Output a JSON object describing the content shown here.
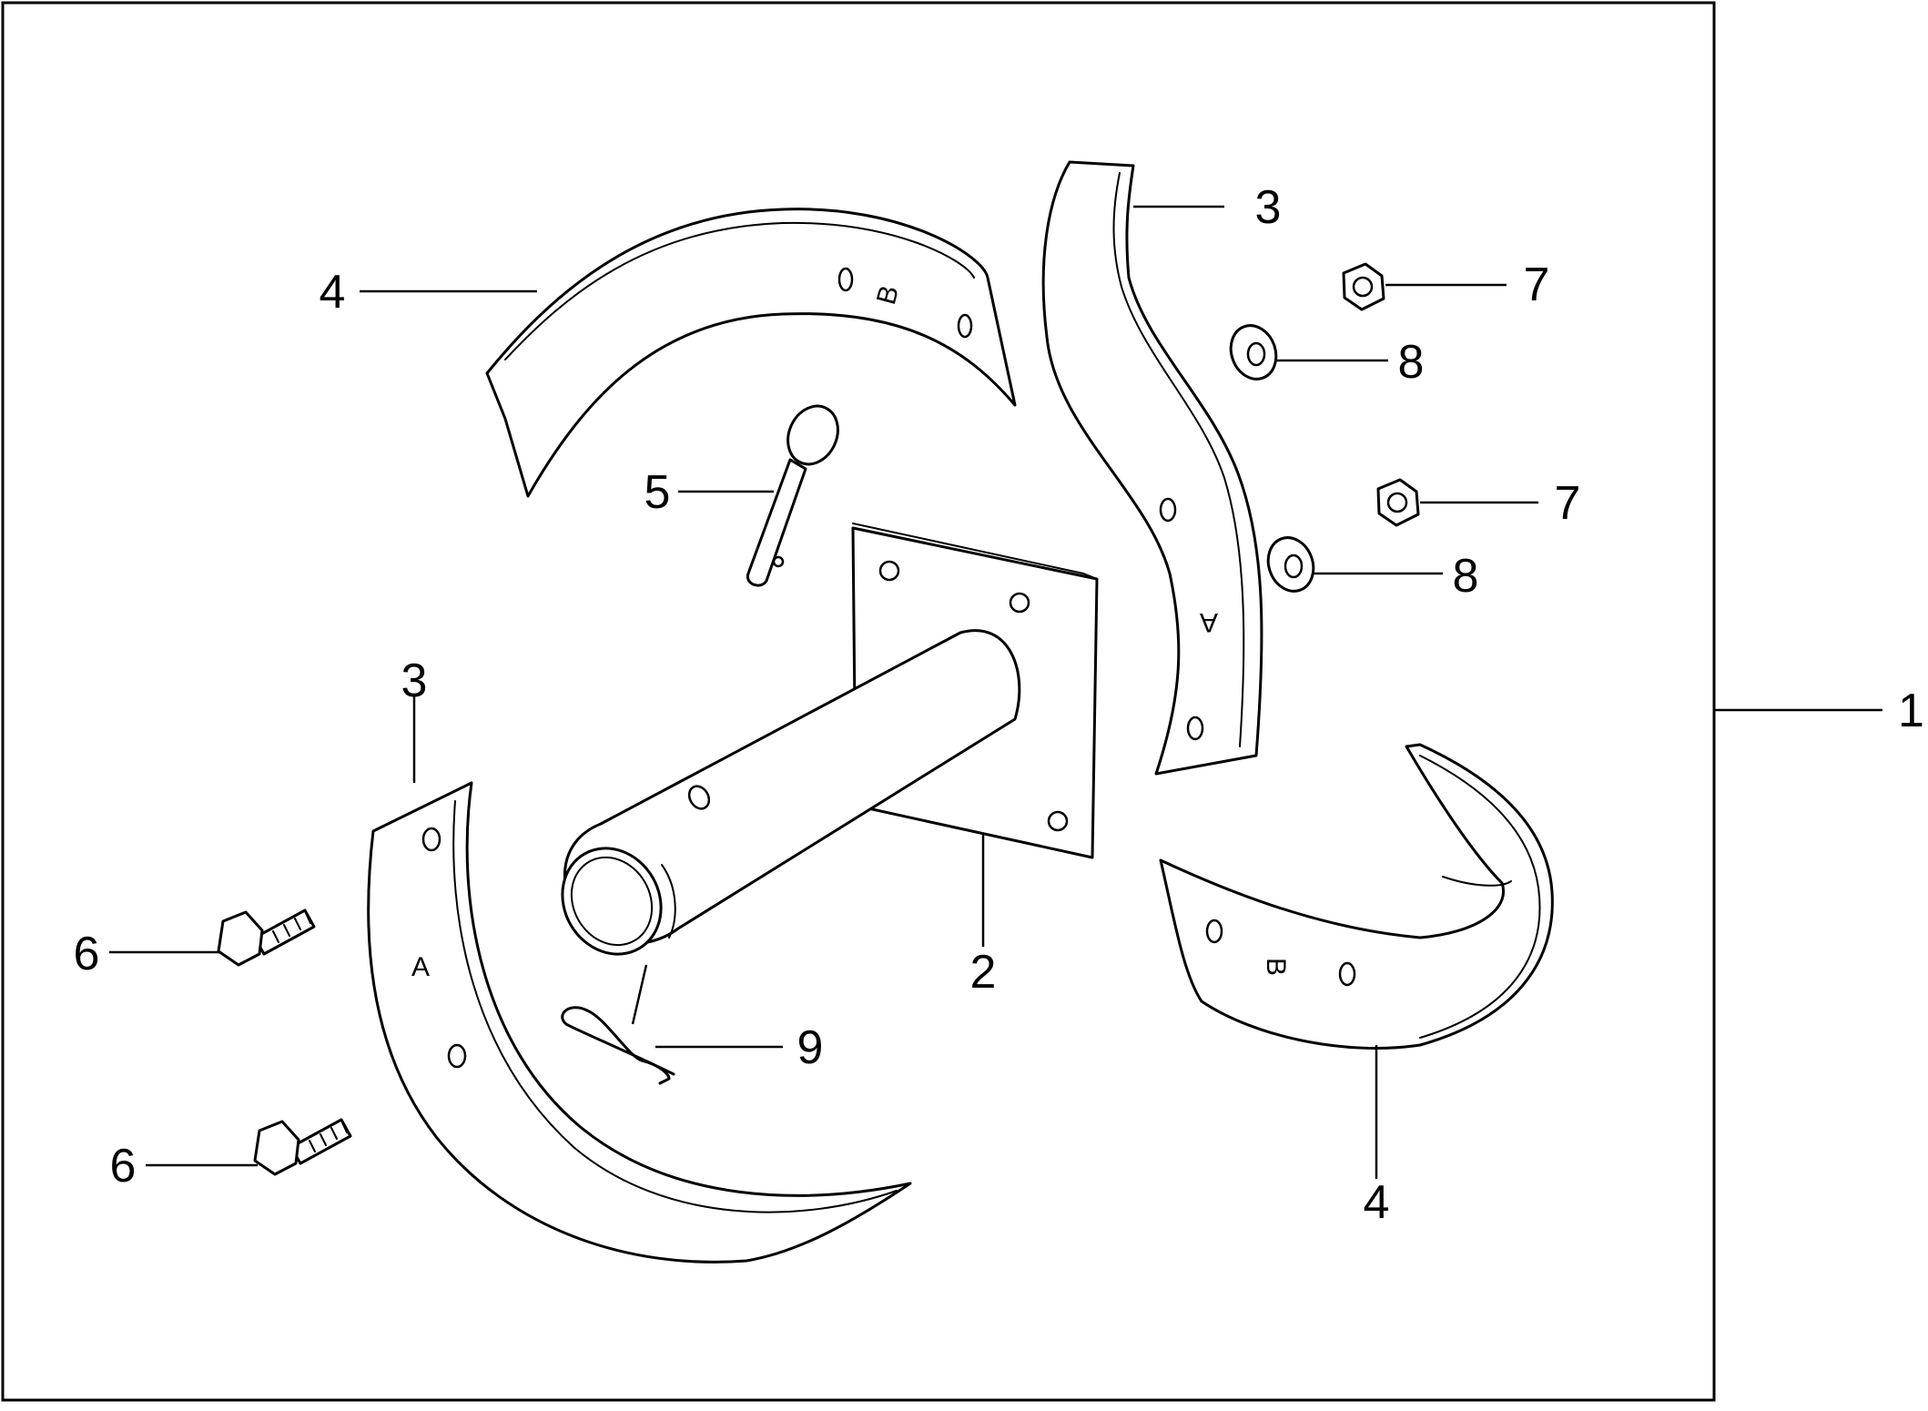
{
  "diagram": {
    "callouts": [
      {
        "id": "assembly",
        "label": "1"
      },
      {
        "id": "shaft",
        "label": "2"
      },
      {
        "id": "blade-3-upper",
        "label": "3"
      },
      {
        "id": "blade-3-lower",
        "label": "3"
      },
      {
        "id": "blade-4-upper",
        "label": "4"
      },
      {
        "id": "blade-4-lower",
        "label": "4"
      },
      {
        "id": "pin",
        "label": "5"
      },
      {
        "id": "bolt-upper",
        "label": "6"
      },
      {
        "id": "bolt-lower",
        "label": "6"
      },
      {
        "id": "nut-upper",
        "label": "7"
      },
      {
        "id": "nut-lower",
        "label": "7"
      },
      {
        "id": "washer-upper",
        "label": "8"
      },
      {
        "id": "washer-lower",
        "label": "8"
      },
      {
        "id": "clip",
        "label": "9"
      }
    ],
    "blade_marks": {
      "a_upper": "A",
      "a_lower": "A",
      "b_upper": "B",
      "b_lower": "B"
    }
  }
}
